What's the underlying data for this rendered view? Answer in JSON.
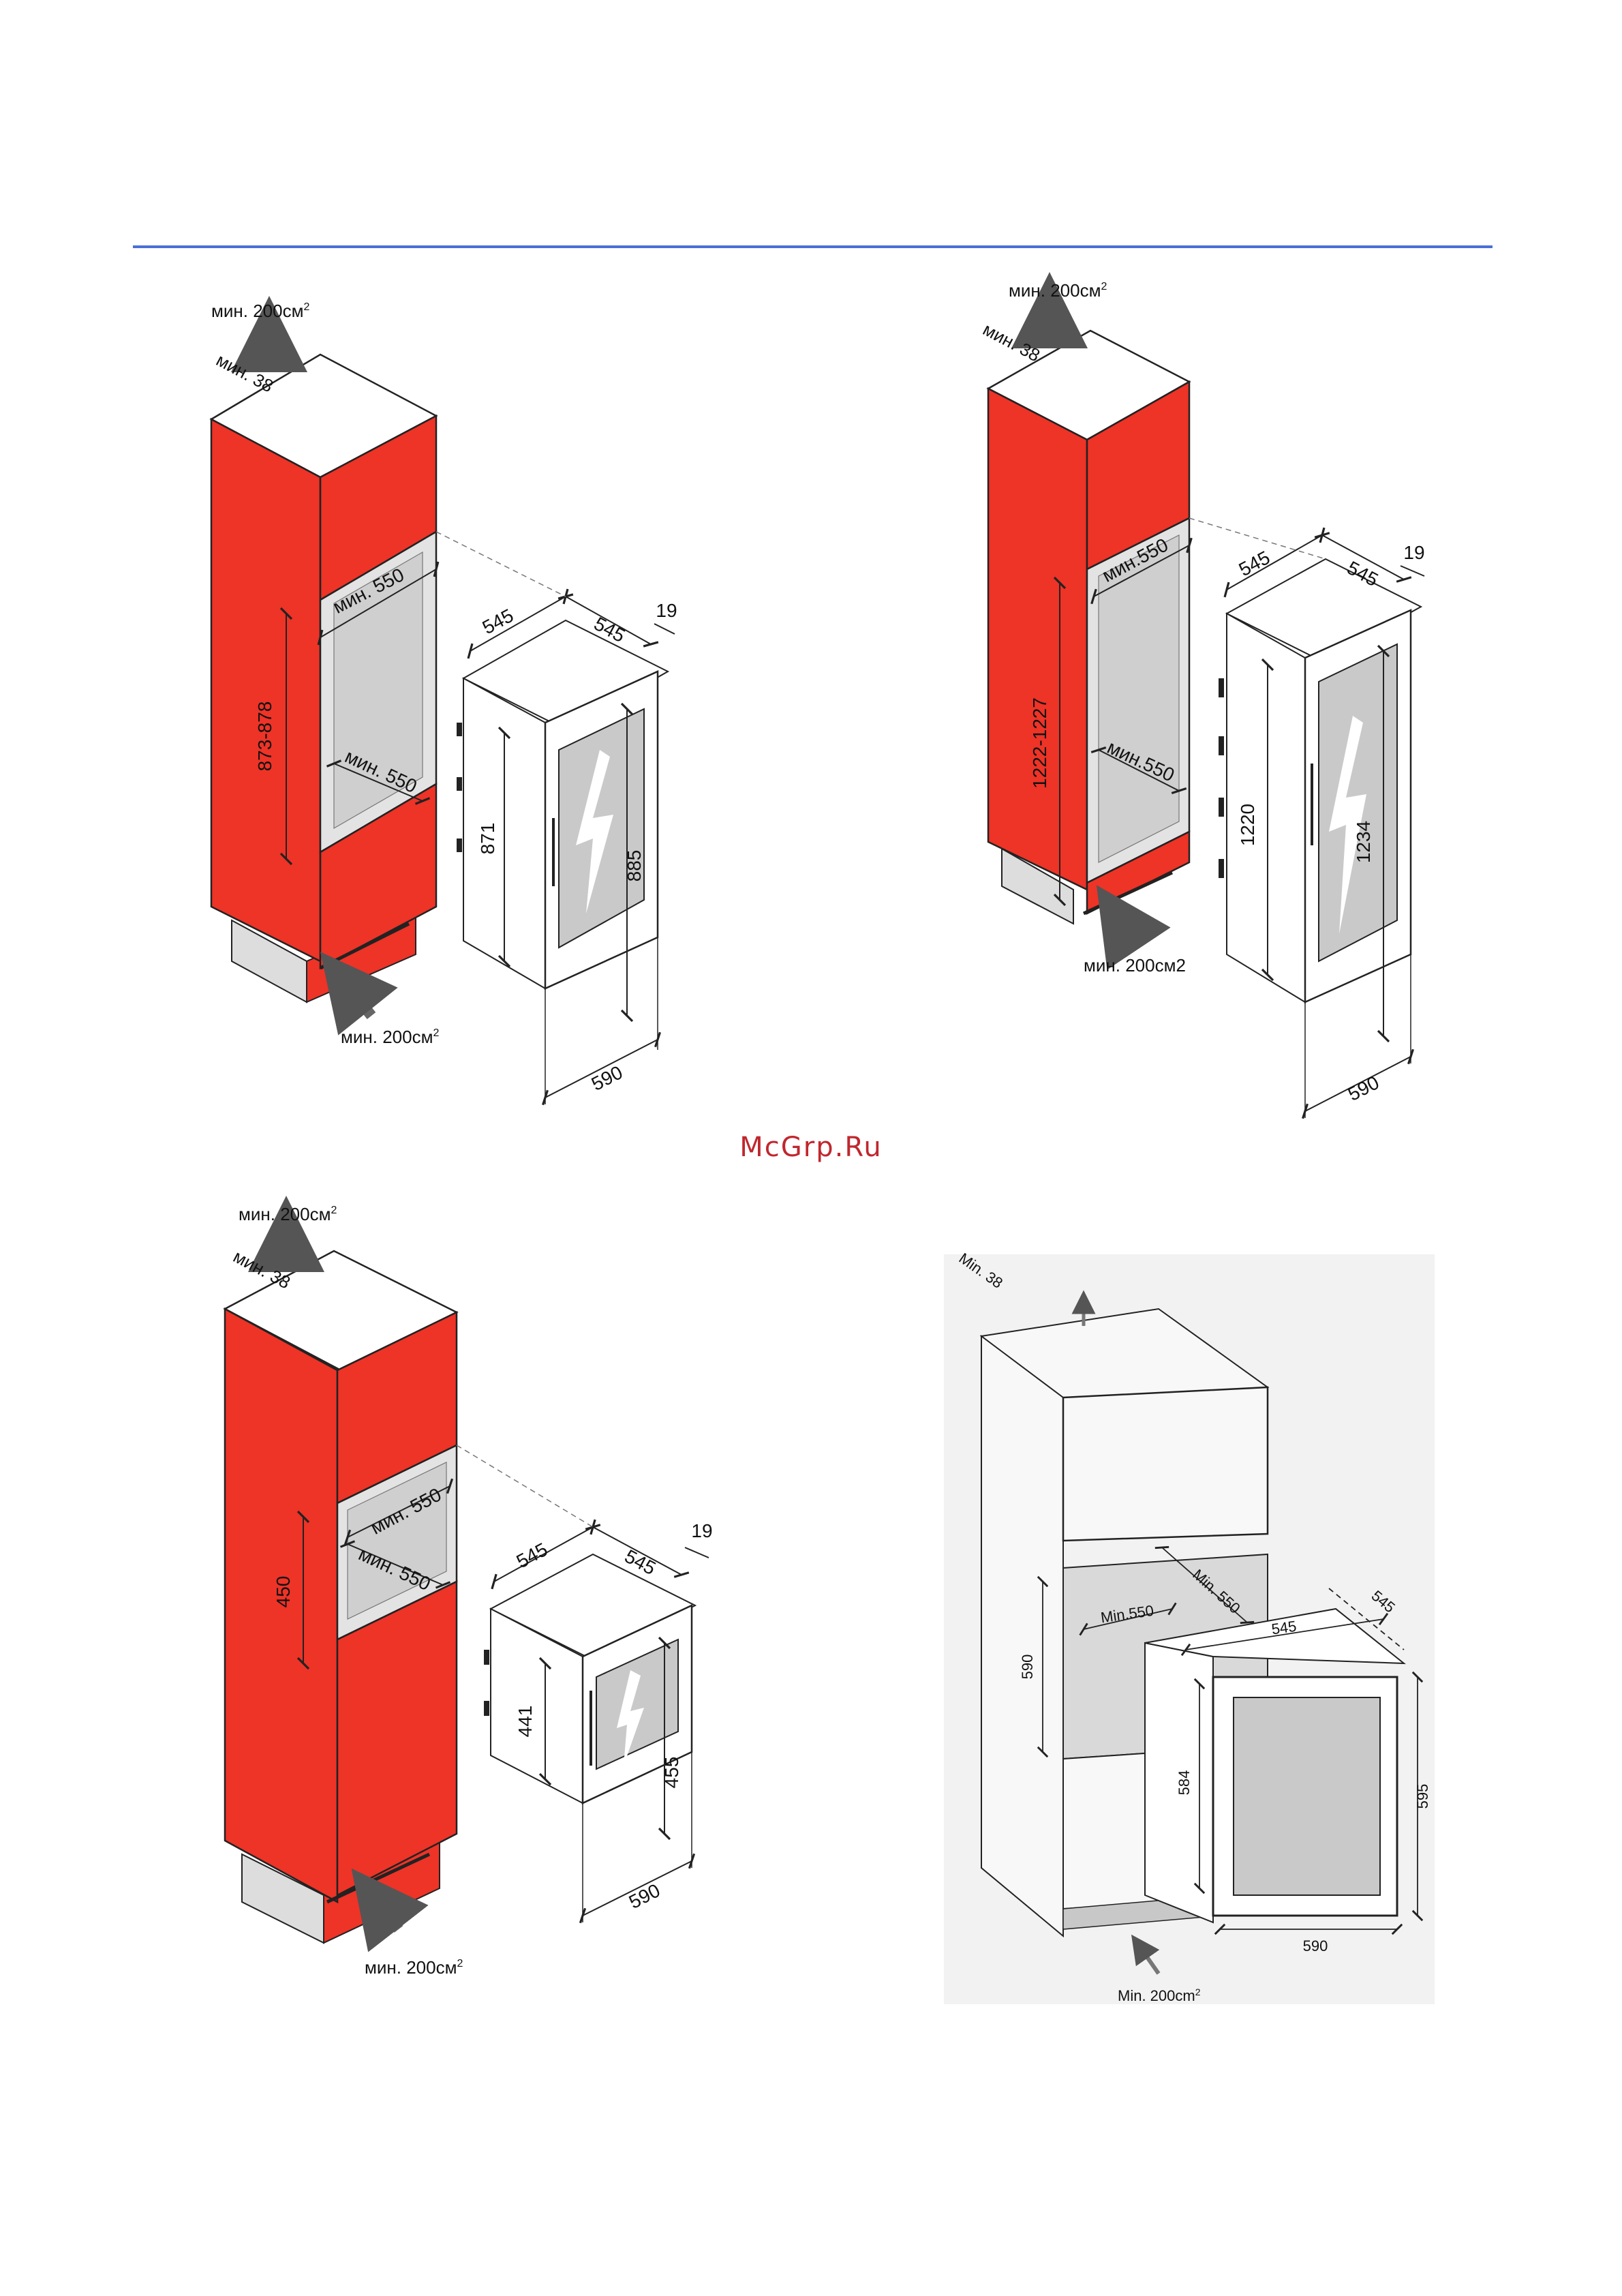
{
  "colors": {
    "accent_line": "#4a6fd6",
    "cabinet_red": "#ee3327",
    "cabinet_red_dark": "#d92a1f",
    "outline": "#222222",
    "glass": "#c9c9c9",
    "niche": "#e3e3e3",
    "plinth": "#dddddd",
    "watermark": "#c0272d",
    "panel_bg": "#f2f2f2"
  },
  "watermark": "McGrp.Ru",
  "diagrams": [
    {
      "id": "top-left",
      "vent_top": "мин. 200см",
      "vent_top_sup": "2",
      "gap_top": "мин. 38",
      "niche_width": "мин. 550",
      "niche_depth": "мин. 550",
      "niche_height": "873-878",
      "appliance_depth": "545",
      "appliance_width": "545",
      "door_thickness": "19",
      "body_height": "871",
      "door_height": "885",
      "door_open": "590",
      "vent_bottom": "мин. 200см",
      "vent_bottom_sup": "2"
    },
    {
      "id": "top-right",
      "vent_top": "мин. 200см",
      "vent_top_sup": "2",
      "gap_top": "мин. 38",
      "niche_width": "мин.550",
      "niche_depth": "мин.550",
      "niche_height": "1222-1227",
      "appliance_depth": "545",
      "appliance_width": "545",
      "door_thickness": "19",
      "body_height": "1220",
      "door_height": "1234",
      "door_open": "590",
      "vent_bottom": "мин. 200см2",
      "vent_bottom_sup": ""
    },
    {
      "id": "bottom-left",
      "vent_top": "мин. 200см",
      "vent_top_sup": "2",
      "gap_top": "мин. 38",
      "niche_width": "мин. 550",
      "niche_depth": "мин. 550",
      "niche_height": "450",
      "appliance_depth": "545",
      "appliance_width": "545",
      "door_thickness": "19",
      "body_height": "441",
      "door_height": "455",
      "door_open": "590",
      "vent_bottom": "мин. 200см",
      "vent_bottom_sup": "2"
    },
    {
      "id": "bottom-right",
      "gap_top": "Min. 38",
      "niche_width": "Min.550",
      "niche_depth": "Min. 550",
      "niche_height": "590",
      "appliance_depth": "545",
      "appliance_width": "545",
      "body_height": "584",
      "door_height": "595",
      "door_open": "590",
      "vent_bottom": "Min. 200cm",
      "vent_bottom_sup": "2"
    }
  ]
}
